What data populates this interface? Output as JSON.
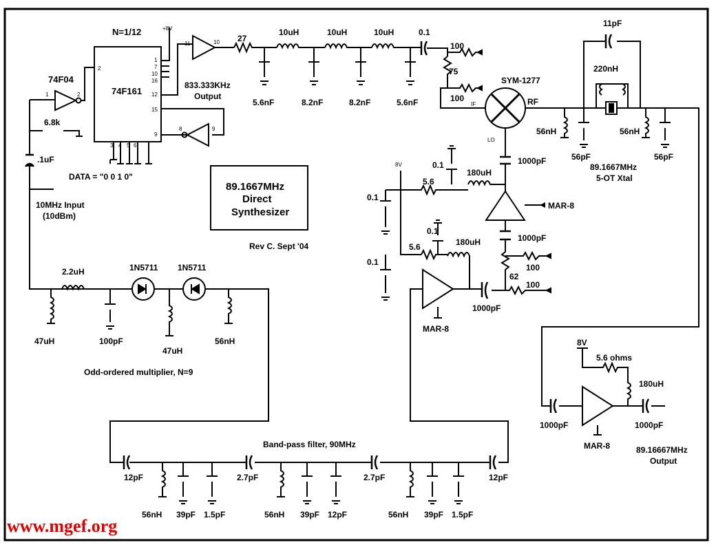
{
  "labels": {
    "n": "N=1/12",
    "v8_top": "+8V",
    "ic_74f04": "74F04",
    "ic_74f161": "74F161",
    "r_6k8": "6.8k",
    "c_01uf": ".1uF",
    "data": "DATA = \"0 0 1 0\"",
    "in10": "10MHz Input",
    "in10b": "(10dBm)",
    "r27": "27",
    "l10a": "10uH",
    "l10b": "10uH",
    "l10c": "10uH",
    "c01_top": "0.1",
    "c56a": "5.6nF",
    "c82a": "8.2nF",
    "c82b": "8.2nF",
    "c56b": "5.6nF",
    "out833": "833.333KHz",
    "out833b": "Output",
    "r100a": "100",
    "r75": "75",
    "r100b": "100",
    "if": "IF",
    "rf": "RF",
    "lo": "LO",
    "sym": "SYM-1277",
    "c11p": "11pF",
    "l220": "220nH",
    "l56a": "56nH",
    "c56pa": "56pF",
    "l56b": "56nH",
    "c56pb": "56pF",
    "xtal1": "89.1667MHz",
    "xtal2": "5-OT Xtal",
    "box1": "89.1667MHz",
    "box2": "Direct",
    "box3": "Synthesizer",
    "rev": "Rev C.   Sept '04",
    "v8_mid": "8V",
    "c01a": "0.1",
    "c01b": "0.1",
    "r56a": "5.6",
    "l180a": "180uH",
    "c1000a": "1000pF",
    "mar8a": "MAR-8",
    "c01c": "0.1",
    "c01d": "0.1",
    "r56b": "5.6",
    "l180b": "180uH",
    "c1000b": "1000pF",
    "r100c": "100",
    "r62": "62",
    "r100d": "100",
    "c1000c": "1000pF",
    "mar8b": "MAR-8",
    "l22": "2.2uH",
    "d1": "1N5711",
    "d2": "1N5711",
    "l47a": "47uH",
    "c100p": "100pF",
    "l47b": "47uH",
    "l56c": "56nH",
    "mult": "Odd-ordered multiplier, N=9",
    "bpf": "Band-pass filter, 90MHz",
    "c12a": "12pF",
    "c27a": "2.7pF",
    "c27b": "2.7pF",
    "c12b": "12pF",
    "b_l56a": "56nH",
    "b_c39a": "39pF",
    "b_c15a": "1.5pF",
    "b_l56b": "56nH",
    "b_c39b": "39pF",
    "b_c12": "12pF",
    "b_l56c": "56nH",
    "b_c39c": "39pF",
    "b_c15b": "1.5pF",
    "v8_out": "8V",
    "r56ohm": "5.6 ohms",
    "l180c": "180uH",
    "c1000d": "1000pF",
    "c1000e": "1000pF",
    "mar8c": "MAR-8",
    "out89": "89.16667MHz",
    "out89b": "Output",
    "site": "www.mgef.org",
    "pins": {
      "p1": "1",
      "p2": "2",
      "p2b": "2",
      "p11": "11",
      "p10": "10",
      "p1b": "1",
      "p7": "7",
      "p10b": "10",
      "p16": "16",
      "p12": "12",
      "p15": "15",
      "p9": "9",
      "p8": "8",
      "p9b": "9",
      "p3": "3",
      "p4": "4",
      "p5": "5",
      "p6": "6"
    }
  }
}
